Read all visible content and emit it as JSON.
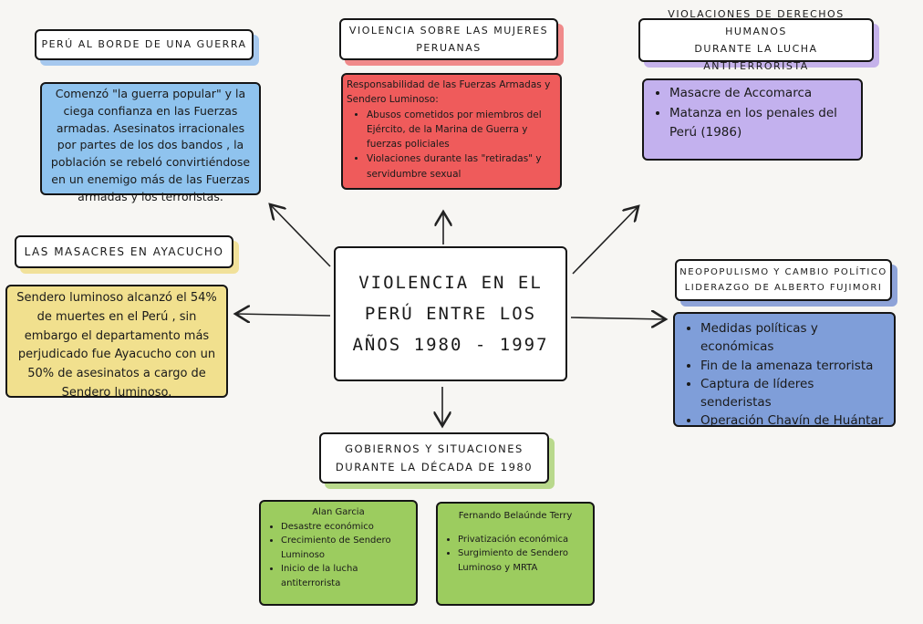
{
  "center": {
    "title": "VIOLENCIA EN EL PERÚ ENTRE LOS AÑOS 1980 - 1997"
  },
  "peru_borde": {
    "title": "PERÚ AL BORDE DE UNA GUERRA",
    "text": "Comenzó \"la guerra popular\" y la ciega confianza en las Fuerzas armadas. Asesinatos irracionales por partes de los dos bandos , la población se rebeló convirtiéndose en un enemigo más de las Fuerzas armadas y los terroristas.",
    "color": "#8fc3ee"
  },
  "violencia_mujeres": {
    "title_line1": "VIOLENCIA SOBRE LAS MUJERES",
    "title_line2": "PERUANAS",
    "intro": "Responsabilidad de las Fuerzas Armadas y Sendero Luminoso:",
    "items": [
      "Abusos cometidos por miembros del Ejército, de la Marina de Guerra y fuerzas policiales",
      "Violaciones durante las \"retiradas\" y servidumbre sexual"
    ],
    "color": "#ef5b5b"
  },
  "derechos_humanos": {
    "title_line1": "VIOLACIONES DE DERECHOS HUMANOS",
    "title_line2": "DURANTE LA LUCHA ANTITERRORISTA",
    "items": [
      "Masacre de Accomarca",
      "Matanza en los penales del Perú (1986)"
    ],
    "color": "#c3b1ee"
  },
  "masacres": {
    "title": "LAS MASACRES EN AYACUCHO",
    "text": "Sendero luminoso alcanzó el 54% de muertes en el Perú , sin embargo el departamento más perjudicado fue Ayacucho con un 50% de asesinatos a cargo de Sendero luminoso.",
    "color": "#f1e08e"
  },
  "neopopulismo": {
    "title_line1": "NEOPOPULISMO Y CAMBIO POLÍTICO",
    "title_line2": "LIDERAZGO DE ALBERTO FUJIMORI",
    "items": [
      "Medidas políticas y económicas",
      "Fin de la amenaza terrorista",
      "Captura de líderes senderistas",
      "Operación Chavín de Huántar"
    ],
    "color": "#7f9ed9"
  },
  "gobiernos": {
    "title_line1": "GOBIERNOS Y SITUACIONES",
    "title_line2": "DURANTE LA DÉCADA DE 1980"
  },
  "alan_garcia": {
    "name": "Alan Garcia",
    "items": [
      "Desastre económico",
      "Crecimiento de Sendero Luminoso",
      "Inicio de la lucha antiterrorista"
    ],
    "color": "#9ccc5f"
  },
  "belaunde": {
    "name": "Fernando Belaúnde Terry",
    "items": [
      "Privatización económica",
      "Surgimiento de Sendero Luminoso y MRTA"
    ],
    "color": "#9ccc5f"
  }
}
